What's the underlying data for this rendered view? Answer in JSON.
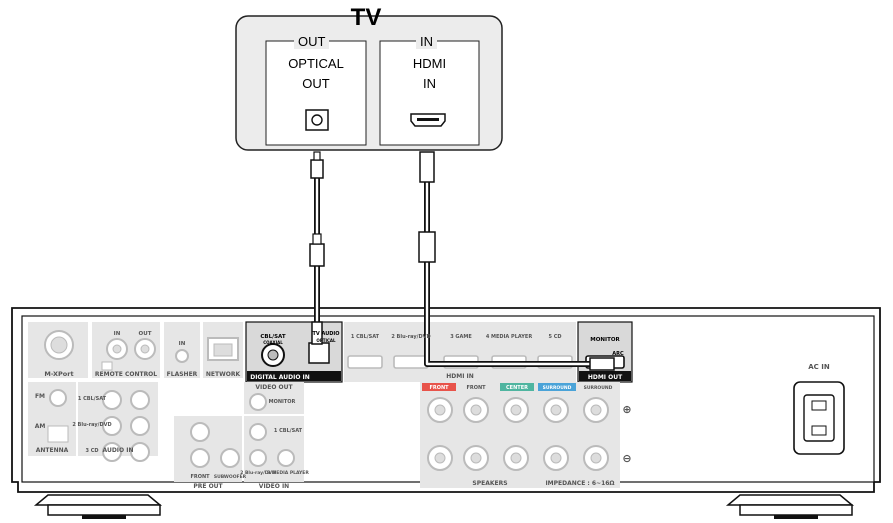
{
  "tv": {
    "title": "TV",
    "out_group": "OUT",
    "in_group": "IN",
    "optical_out": "OPTICAL\nOUT",
    "hdmi_in": "HDMI\nIN"
  },
  "receiver": {
    "labels": {
      "m_xport": "M-XPort",
      "remote_control": "REMOTE CONTROL",
      "rc_in": "IN",
      "rc_out": "OUT",
      "flasher": "FLASHER",
      "flasher_in": "IN",
      "network": "NETWORK",
      "digital_audio_in": "DIGITAL AUDIO IN",
      "cbl_sat_coaxial": "CBL/SAT",
      "coaxial": "COAXIAL",
      "tv_audio": "TV AUDIO",
      "optical": "OPTICAL",
      "hdmi_in": "HDMI IN",
      "hdmi_1": "1 CBL/SAT",
      "hdmi_2": "2 Blu-ray/DVD",
      "hdmi_3": "3 GAME",
      "hdmi_4": "4 MEDIA PLAYER",
      "hdmi_5": "5 CD",
      "monitor": "MONITOR",
      "arc": "ARC",
      "hdmi_out": "HDMI OUT",
      "ac_in": "AC IN",
      "fm": "FM",
      "am": "AM",
      "antenna": "ANTENNA",
      "audio_in": "AUDIO IN",
      "ai_1": "1 CBL/SAT",
      "ai_2": "2 Blu-ray/DVD",
      "ai_3": "3 CD",
      "video_out": "VIDEO OUT",
      "video_monitor": "MONITOR",
      "pre_out": "PRE OUT",
      "front": "FRONT",
      "subwoofer": "SUBWOOFER",
      "video_in": "VIDEO IN",
      "vi_1": "1 CBL/SAT",
      "vi_2": "2 Blu-ray/DVD",
      "vi_3": "3 MEDIA PLAYER",
      "sp_front": "FRONT",
      "sp_front2": "FRONT",
      "sp_center": "CENTER",
      "sp_surround": "SURROUND",
      "sp_surround2": "SURROUND",
      "speakers": "SPEAKERS",
      "impedance": "IMPEDANCE : 6~16Ω",
      "plus": "⊕",
      "minus": "⊖"
    },
    "colors": {
      "front": "#e8534a",
      "center": "#4fb5a0",
      "surround": "#4aa3d8",
      "surround2": "#9b9b9b"
    }
  }
}
